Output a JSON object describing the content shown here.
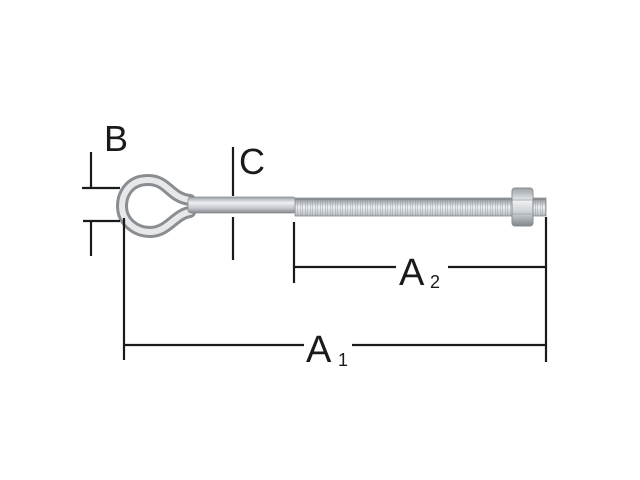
{
  "labels": {
    "B": "B",
    "C": "C",
    "A2": "A",
    "A2_sub": "2",
    "A1": "A",
    "A1_sub": "1"
  },
  "colors": {
    "line": "#1a1a1a",
    "metal_light": "#e6e8ea",
    "metal_dark": "#8a8e93"
  }
}
